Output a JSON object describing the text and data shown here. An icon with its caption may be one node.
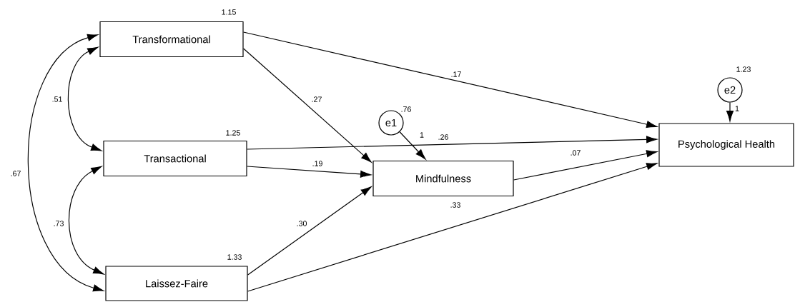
{
  "diagram": {
    "nodes": [
      {
        "text": [
          "Transformational"
        ],
        "beside": [
          "1.15"
        ]
      },
      {
        "text": [
          "Transactional"
        ],
        "beside": [
          "1.25"
        ]
      },
      {
        "text": [
          "Laissez-Faire"
        ],
        "beside": [
          "1.33"
        ]
      },
      {
        "text": [
          "e1"
        ],
        "beside": [
          ".76"
        ]
      },
      {
        "text": [
          "Mindfulness"
        ]
      },
      {
        "text": [
          "e2"
        ],
        "beside": [
          "1.23"
        ]
      },
      {
        "text": [
          "Psychological Health"
        ]
      }
    ],
    "edges": [
      {
        "from": 0,
        "to": 1,
        "arrow": "both",
        "label": ".51"
      },
      {
        "from": 1,
        "to": 2,
        "arrow": "both",
        "label": ".73"
      },
      {
        "from": 0,
        "to": 2,
        "arrow": "both",
        "label": ".67"
      },
      {
        "from": 0,
        "to": 4,
        "arrow": "to",
        "label": ".27"
      },
      {
        "from": 0,
        "to": 6,
        "arrow": "to",
        "label": ".17"
      },
      {
        "from": 1,
        "to": 4,
        "arrow": "to",
        "label": ".19"
      },
      {
        "from": 1,
        "to": 6,
        "arrow": "to",
        "label": ".26"
      },
      {
        "from": 2,
        "to": 4,
        "arrow": "to",
        "label": ".30"
      },
      {
        "from": 2,
        "to": 6,
        "arrow": "to",
        "label": ".33"
      },
      {
        "from": 3,
        "to": 4,
        "arrow": "to",
        "label": "1"
      },
      {
        "from": 4,
        "to": 6,
        "arrow": "to",
        "label": ".07"
      },
      {
        "from": 5,
        "to": 6,
        "arrow": "to",
        "label": "1"
      }
    ]
  }
}
